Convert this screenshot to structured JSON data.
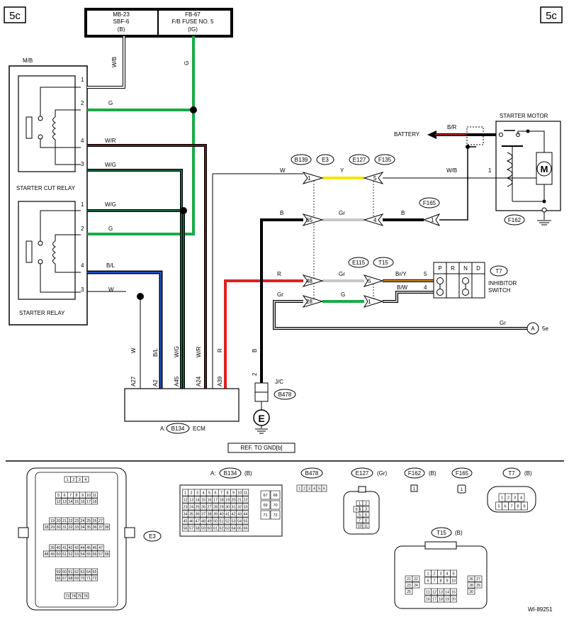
{
  "page_tag": "5c",
  "fuses": [
    {
      "l1": "MB-23",
      "l2": "SBF-6",
      "l3": "(B)"
    },
    {
      "l1": "FB-67",
      "l2": "F/B FUSE NO. 5",
      "l3": "(IG)"
    }
  ],
  "mb_label": "M/B",
  "starter_cut_relay": "STARTER CUT RELAY",
  "starter_relay": "STARTER RELAY",
  "relay_pins": [
    "1",
    "2",
    "4",
    "3",
    "1",
    "2",
    "4",
    "3"
  ],
  "wire_colors": {
    "wb_vert": "W/B",
    "g_vert": "G",
    "cut2": "G",
    "cut4": "W/R",
    "cut3": "W/G",
    "rel1": "W/G",
    "rel2": "G",
    "rel4": "B/L",
    "rel3": "W",
    "w_e3": "W",
    "y": "Y",
    "wb_motor": "W/B",
    "b_65": "B",
    "gr_4": "Gr",
    "b_f165": "B",
    "r_48": "R",
    "gr_5": "Gr",
    "bry": "Br/Y",
    "bw": "B/W",
    "gr_28": "Gr",
    "g_1": "G",
    "gr_bottom": "Gr"
  },
  "ecm_wires": [
    "W",
    "B/L",
    "W/G",
    "W/R",
    "R",
    "B"
  ],
  "ecm_pins": [
    "A27",
    "A2",
    "A45",
    "A24",
    "A39",
    "2"
  ],
  "ecm_label": "A:",
  "ecm_name": "ECM",
  "ecm_conn": "B134",
  "jc_label": "J/C",
  "jc_conn": "B478",
  "ground_symbol": "E",
  "ref_gnd": "REF. TO GND[b]",
  "connectors": [
    "B139",
    "E3",
    "E127",
    "F135",
    "F165",
    "E115",
    "T15",
    "T7",
    "F162"
  ],
  "pins": {
    "p1": "1",
    "p5": "5",
    "p65": "65",
    "p4": "4",
    "p1b": "1",
    "p48": "48",
    "p5b": "5",
    "p28": "28",
    "p1c": "1",
    "motor1": "1",
    "t7_5": "5",
    "t7_4": "4"
  },
  "battery": "BATTERY",
  "battery_wire": "B/R",
  "starter_motor": "STARTER MOTOR",
  "motor_symbol": "M",
  "inhibitor": [
    "INHIBITOR",
    "SWITCH"
  ],
  "prnd": [
    "P",
    "R",
    "N",
    "D"
  ],
  "ref_a": "A",
  "ref_5e": "5e",
  "legend": {
    "e3": "E3",
    "b134_pre": "A:",
    "b134": "B134",
    "b134_post": "(B)",
    "b478": "B478",
    "e127": "E127",
    "e127_post": "(Gr)",
    "f162": "F162",
    "f162_post": "(B)",
    "f165": "F165",
    "t7": "T7",
    "t7_post": "(B)",
    "t15": "T15",
    "t15_post": "(B)"
  },
  "e3_rows": [
    [
      "1",
      "2",
      "3",
      "4"
    ],
    [
      "5",
      "6",
      "7",
      "8",
      "9",
      "10",
      "11"
    ],
    [
      "12",
      "13",
      "14",
      "15",
      "16",
      "17",
      "18"
    ],
    [
      "19",
      "20",
      "21",
      "22",
      "23",
      "24",
      "25",
      "26",
      "27"
    ],
    [
      "28",
      "29",
      "30",
      "31",
      "32",
      "33",
      "34",
      "35",
      "36",
      "37",
      "38"
    ],
    [
      "39",
      "40",
      "41",
      "42",
      "43",
      "44",
      "45",
      "46",
      "47"
    ],
    [
      "48",
      "49",
      "50",
      "51",
      "52",
      "53",
      "54",
      "55",
      "56",
      "57",
      "58"
    ],
    [
      "59",
      "60",
      "61",
      "62",
      "63",
      "64",
      "65"
    ],
    [
      "66",
      "67",
      "68",
      "69",
      "70",
      "71",
      "72"
    ],
    [
      "73",
      "74",
      "75",
      "76"
    ]
  ],
  "b134_rows": [
    [
      "1",
      "2",
      "3",
      "4",
      "5",
      "6",
      "7",
      "8",
      "9",
      "10",
      "11"
    ],
    [
      "12",
      "13",
      "14",
      "15",
      "16",
      "17",
      "18",
      "19",
      "20",
      "21",
      "22"
    ],
    [
      "23",
      "24",
      "25",
      "26",
      "27",
      "28",
      "29",
      "30",
      "31",
      "32",
      "33"
    ],
    [
      "34",
      "35",
      "36",
      "37",
      "38",
      "39",
      "40",
      "41",
      "42",
      "43",
      "44"
    ],
    [
      "45",
      "46",
      "47",
      "48",
      "49",
      "50",
      "51",
      "52",
      "53",
      "54",
      "55"
    ],
    [
      "56",
      "57",
      "58",
      "59",
      "60",
      "61",
      "62",
      "63",
      "64",
      "65",
      "66"
    ]
  ],
  "b134_side": [
    "67",
    "68",
    "69",
    "70",
    "71",
    "72"
  ],
  "b478_pins": [
    "1",
    "2",
    "3",
    "4",
    "5",
    "6"
  ],
  "e127_rows": [
    [
      "1",
      "2"
    ],
    [
      "4",
      "3"
    ],
    [
      "5",
      "6"
    ],
    [
      "7",
      "8"
    ],
    [
      "10",
      "11"
    ]
  ],
  "e127_side": [
    "9"
  ],
  "f162_pin": "1",
  "f165_pin": "1",
  "t7_rows": [
    [
      "1",
      "2",
      "3",
      "4"
    ],
    [
      "5",
      "6",
      "7",
      "8",
      "9"
    ]
  ],
  "t15_rows": [
    [
      "1",
      "2",
      "3",
      "4",
      "5"
    ],
    [
      "6",
      "7",
      "8",
      "9",
      "10"
    ],
    [
      "11",
      "12",
      "13",
      "14",
      "15"
    ],
    [
      "16",
      "17",
      "18",
      "19",
      "20"
    ]
  ],
  "t15_side": [
    "21",
    "22",
    "23",
    "24",
    "25",
    "26",
    "27",
    "28",
    "29",
    "30"
  ],
  "diagram_id": "WI-89251"
}
